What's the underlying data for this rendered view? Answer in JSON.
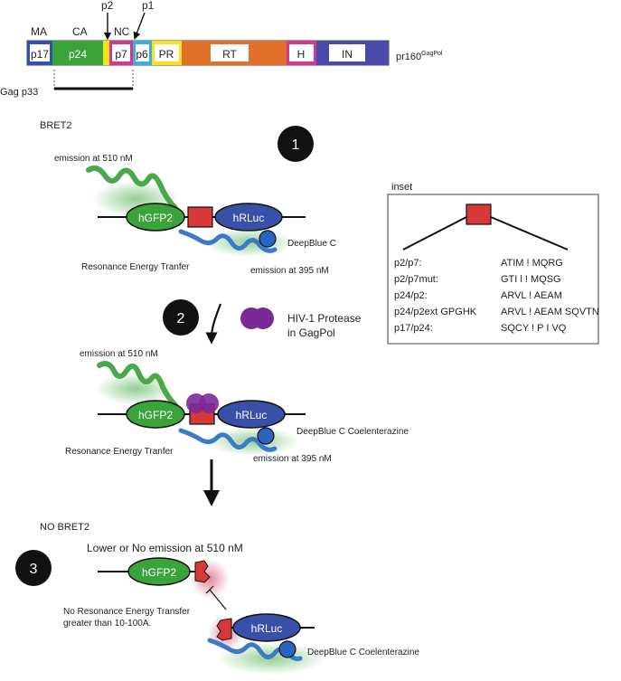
{
  "gagpol_bar": {
    "domain_labels": [
      "MA",
      "CA",
      "NC"
    ],
    "cleavage_labels": [
      "p2",
      "p1"
    ],
    "segments": [
      {
        "label": "p17",
        "color": "#3050b0",
        "inner": "#ffffff"
      },
      {
        "label": "p24",
        "color": "#3aa43a",
        "inner": "#3aa43a"
      },
      {
        "label": "",
        "color": "#f5e21a",
        "inner": "#f5e21a"
      },
      {
        "label": "p7",
        "color": "#d03a8c",
        "inner": "#ffffff"
      },
      {
        "label": "p6",
        "color": "#3ab0d8",
        "inner": "#ffffff"
      },
      {
        "label": "PR",
        "color": "#f5e21a",
        "inner": "#ffffff"
      },
      {
        "label": "RT",
        "color": "#e0702a",
        "inner": "#e0702a"
      },
      {
        "label": "H",
        "color": "#d03a8c",
        "inner": "#ffffff"
      },
      {
        "label": "IN",
        "color": "#4a4aa8",
        "inner": "#4a4aa8"
      }
    ],
    "polyprotein_label": "pr160",
    "polyprotein_superscript": "GagPol",
    "gag_label": "Gag p33"
  },
  "step1": {
    "number": "1",
    "title": "BRET2",
    "emission_510": "emission at 510 nM",
    "gfp": "hGFP2",
    "rluc": "hRLuc",
    "substrate": "DeepBlue C",
    "ret": "Resonance Energy Tranfer",
    "emission_395": "emission at 395 nM"
  },
  "step2": {
    "number": "2",
    "protease_line1": "HIV-1 Protease",
    "protease_line2": "in GagPol",
    "emission_510": "emission at 510 nM",
    "gfp": "hGFP2",
    "rluc": "hRLuc",
    "substrate": "DeepBlue C Coelenterazine",
    "ret": "Resonance Energy Tranfer",
    "emission_395": "emission at 395 nM"
  },
  "step3": {
    "number": "3",
    "title": "NO BRET2",
    "lower_emission": "Lower or No emission at 510 nM",
    "gfp": "hGFP2",
    "rluc": "hRLuc",
    "no_ret_line1": "No Resonance Energy Transfer",
    "no_ret_line2": "greater than 10-100A.",
    "substrate": "DeepBlue C Coelenterazine"
  },
  "inset": {
    "title": "inset",
    "rows": [
      {
        "site": "p2/p7:",
        "seq": "ATIM ! MQRG"
      },
      {
        "site": "p2/p7mut:",
        "seq": "GTI l  !  MQSG"
      },
      {
        "site": "p24/p2:",
        "seq": "ARVL ! AEAM"
      },
      {
        "site": "p24/p2ext GPGHK",
        "seq": "ARVL ! AEAM SQVTN"
      },
      {
        "site": "p17/p24:",
        "seq": "SQCY ! P I VQ"
      }
    ]
  },
  "colors": {
    "gfp_green": "#3aa43a",
    "rluc_blue": "#3850a8",
    "linker_red": "#d83838",
    "emission_green": "#4aa84a",
    "emission_blue": "#3a7ac8",
    "protease_purple": "#7a2a98"
  }
}
